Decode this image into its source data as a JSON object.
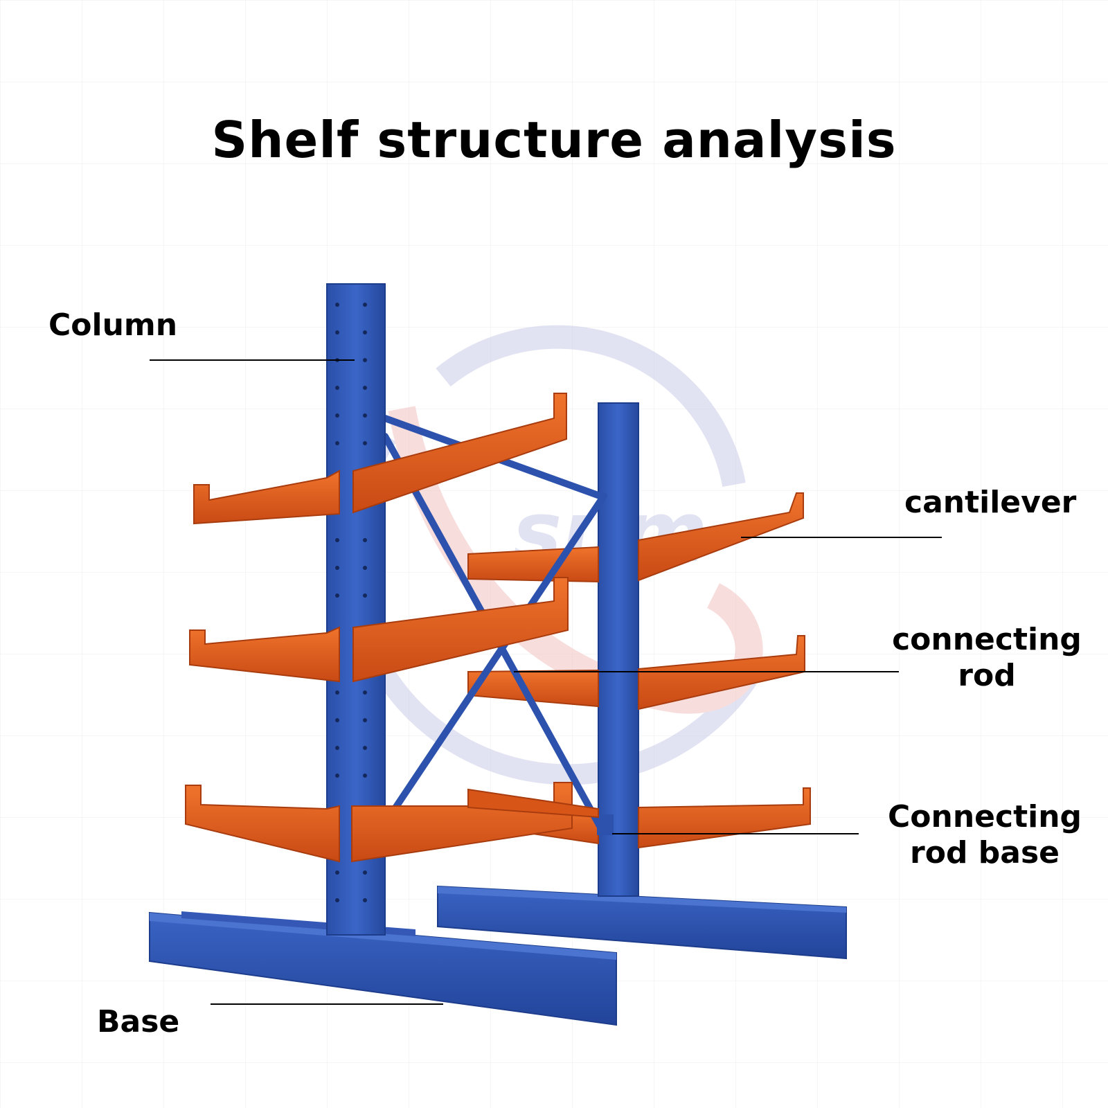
{
  "title": "Shelf structure analysis",
  "labels": {
    "column": "Column",
    "cantilever": "cantilever",
    "connecting_rod_line1": "connecting",
    "connecting_rod_line2": "rod",
    "connecting_rod_base_line1": "Connecting",
    "connecting_rod_base_line2": "rod base",
    "base": "Base"
  },
  "watermark": {
    "text": "sum"
  },
  "colors": {
    "column_blue": "#2f56b3",
    "arm_orange": "#e35d1e",
    "leader_line": "#000000",
    "watermark_blue": "#c9cde8",
    "watermark_red": "#f4c2c2"
  }
}
